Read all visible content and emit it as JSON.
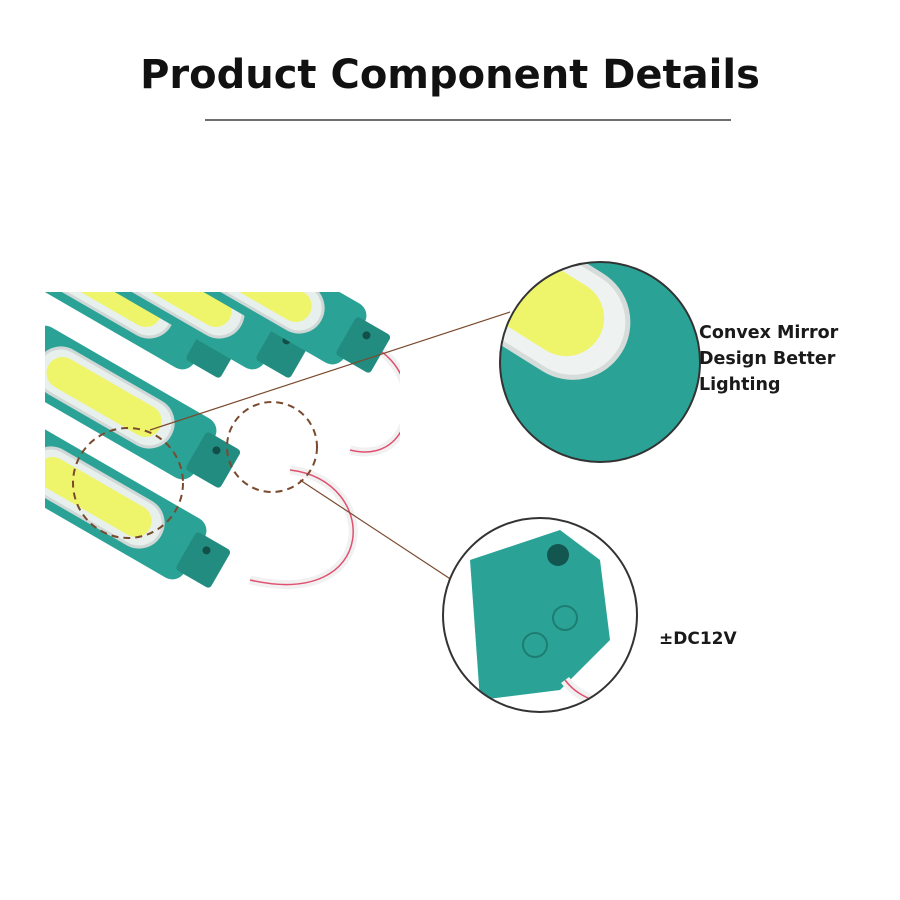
{
  "title": "Product Component Details",
  "callouts": [
    {
      "lines": [
        "Convex Mirror",
        "Design Better",
        "Lighting"
      ]
    },
    {
      "lines": [
        "±DC12V"
      ]
    }
  ],
  "colors": {
    "teal": "#2aa396",
    "led": "#eef56a",
    "leader": "#7a4a2e"
  }
}
